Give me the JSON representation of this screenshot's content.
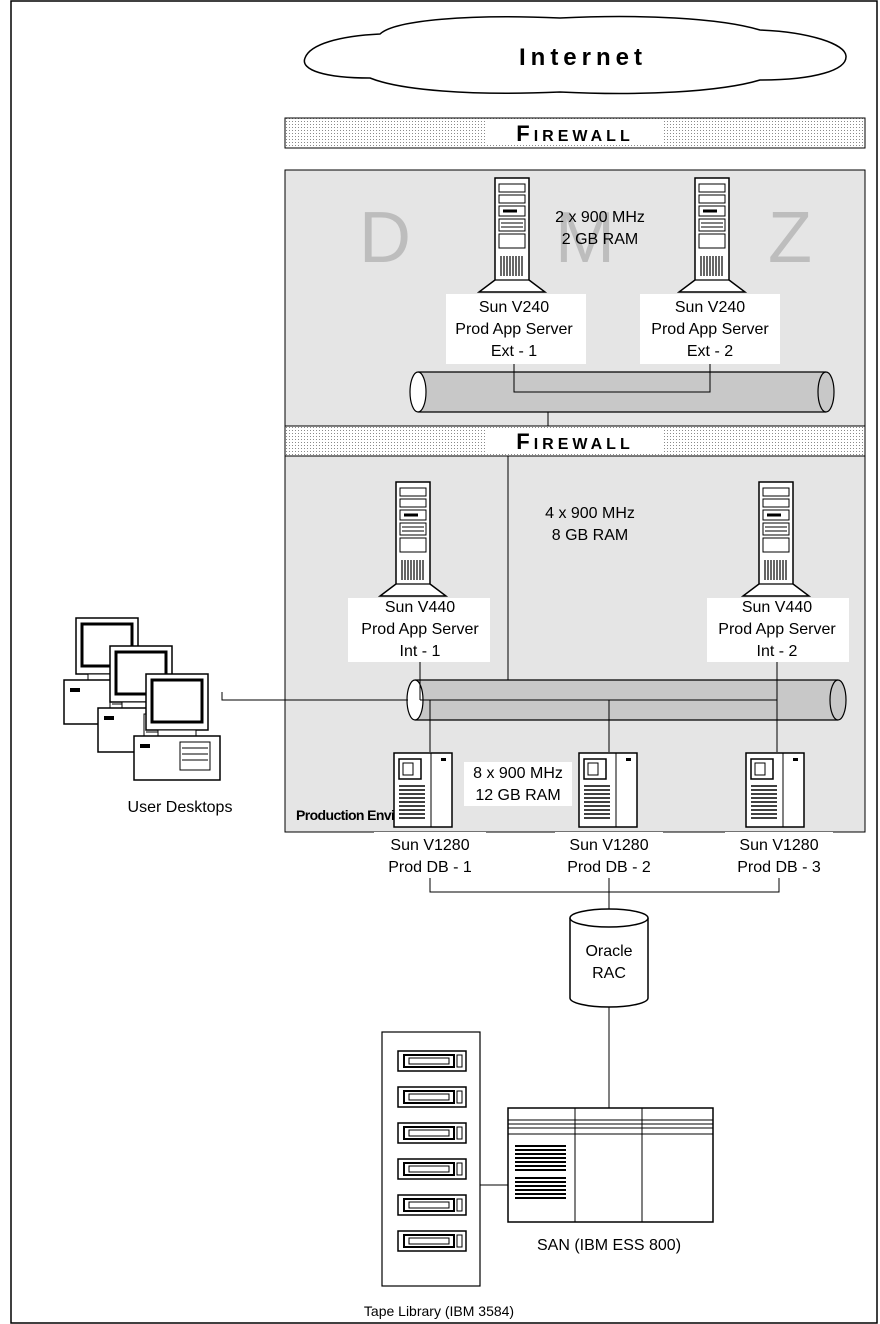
{
  "internet": "Internet",
  "firewall": {
    "first": "F",
    "rest": "IREWALL"
  },
  "dmz": {
    "letters": [
      "D",
      "M",
      "Z"
    ]
  },
  "dmz_specs": [
    "2 x 900 MHz",
    "2 GB RAM"
  ],
  "ext_server_1": [
    "Sun V240",
    "Prod App Server",
    "Ext - 1"
  ],
  "ext_server_2": [
    "Sun V240",
    "Prod App Server",
    "Ext - 2"
  ],
  "int_specs": [
    "4 x 900 MHz",
    "8 GB RAM"
  ],
  "int_server_1": [
    "Sun V440",
    "Prod App Server",
    "Int - 1"
  ],
  "int_server_2": [
    "Sun V440",
    "Prod App Server",
    "Int - 2"
  ],
  "db_specs": [
    "8 x 900 MHz",
    "12 GB RAM"
  ],
  "db_1": [
    "Sun V1280",
    "Prod DB - 1"
  ],
  "db_2": [
    "Sun V1280",
    "Prod DB - 2"
  ],
  "db_3": [
    "Sun V1280",
    "Prod DB - 3"
  ],
  "oracle": [
    "Oracle",
    "RAC"
  ],
  "prod_env": "Production Environment",
  "user_desktops": "User Desktops",
  "san": "SAN (IBM ESS 800)",
  "tape": "Tape Library (IBM 3584)"
}
